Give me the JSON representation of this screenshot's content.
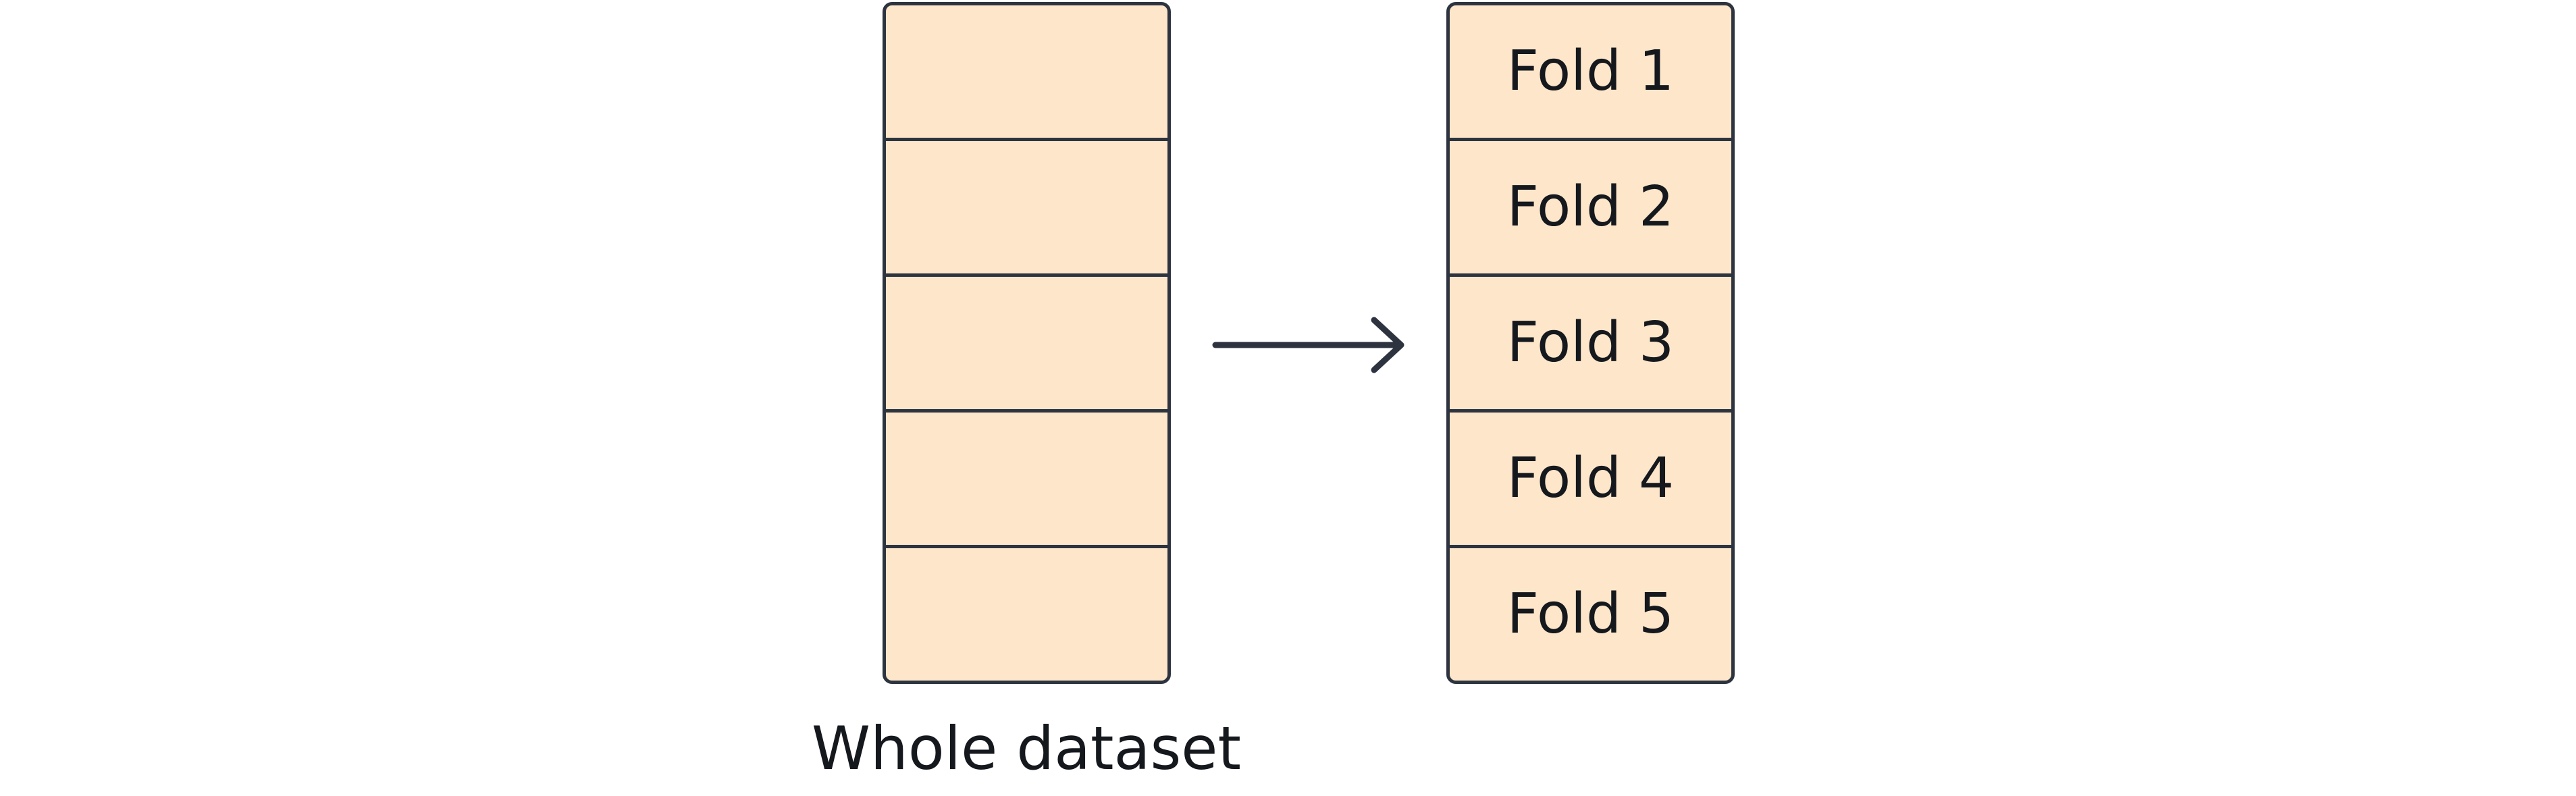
{
  "whole_dataset": {
    "label": "Whole dataset",
    "segments": 5
  },
  "folds": [
    {
      "label": "Fold 1"
    },
    {
      "label": "Fold 2"
    },
    {
      "label": "Fold 3"
    },
    {
      "label": "Fold 4"
    },
    {
      "label": "Fold 5"
    }
  ],
  "colors": {
    "fill": "#fde6c9",
    "stroke": "#2d3440",
    "text": "#15181d"
  }
}
